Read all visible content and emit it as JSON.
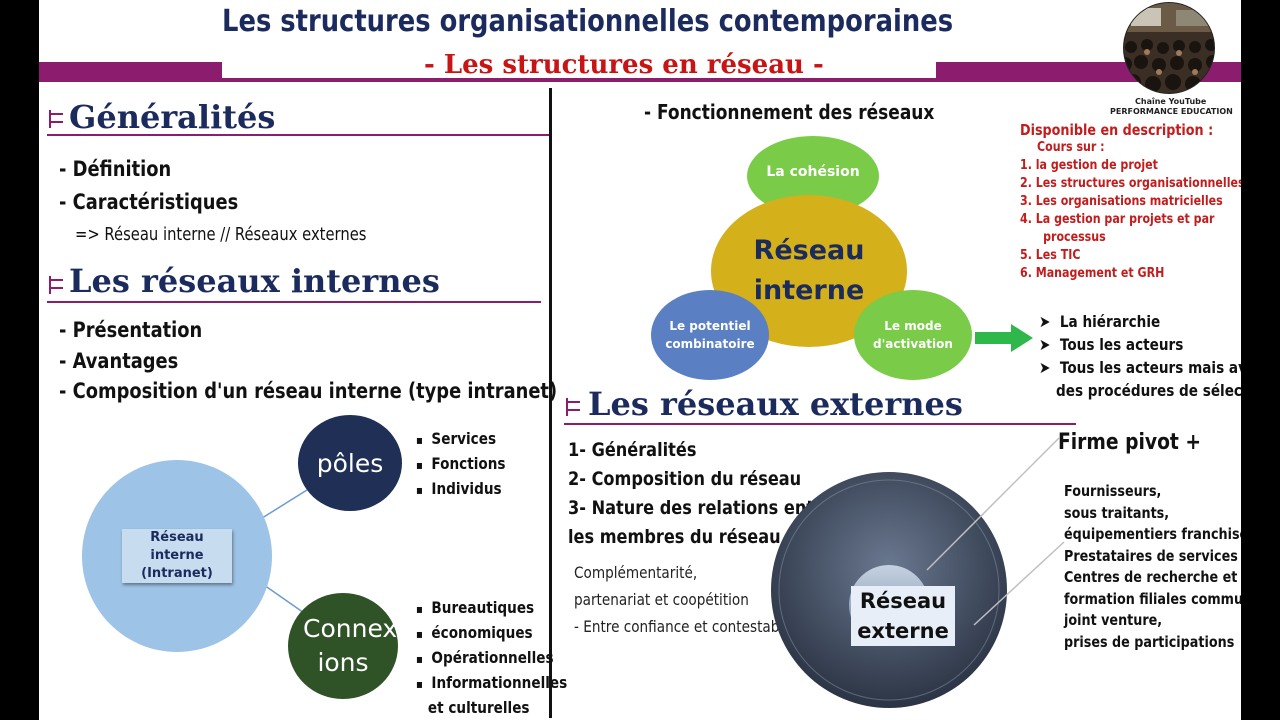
{
  "header": {
    "title": "Les structures organisationnelles contemporaines",
    "subtitle": "- Les structures en réseau -",
    "channel_line1": "Chaîne YouTube",
    "channel_line2": "PERFORMANCE EDUCATION"
  },
  "left": {
    "generalites": {
      "title": "Généralités",
      "items": [
        "- Définition",
        "- Caractéristiques"
      ],
      "sub": "=> Réseau interne   //  Réseaux externes"
    },
    "internes": {
      "title": "Les réseaux internes",
      "items": [
        "- Présentation",
        "- Avantages",
        "- Composition d'un réseau interne (type intranet)"
      ]
    },
    "diagram": {
      "big_circle": "Réseau interne (Intranet)",
      "poles": "pôles",
      "poles_items": [
        "Services",
        "Fonctions",
        "Individus"
      ],
      "connexions": "Connex ions",
      "connexions_items": [
        "Bureautiques",
        "économiques",
        "Opérationnelles",
        "Informationnelles",
        "et culturelles"
      ]
    }
  },
  "right": {
    "fonctionnement_title": "- Fonctionnement des réseaux",
    "venn": {
      "center": "Réseau interne",
      "top": "La cohésion",
      "left": "Le potentiel combinatoire",
      "right": "Le mode d'activation"
    },
    "activation_items": [
      "La hiérarchie",
      "Tous les acteurs",
      "Tous les acteurs mais avec",
      "des procédures de sélection"
    ],
    "disponible": {
      "title": "Disponible en description :",
      "subtitle": "Cours sur :",
      "items": [
        "1.   la gestion de projet",
        "2.   Les structures organisationnelles",
        "3.   Les organisations matricielles",
        "4.   La gestion par projets et par",
        "      processus",
        "5.   Les TIC",
        "6.   Management et GRH"
      ]
    },
    "externes": {
      "title": "Les réseaux externes",
      "items": [
        "1- Généralités",
        "2- Composition du réseau",
        "3- Nature des relations entre",
        "les membres du réseau"
      ],
      "relations": [
        "Complémentarité,",
        "partenariat et coopétition",
        "- Entre confiance et contestabilité"
      ],
      "circle_label": "Réseau externe",
      "firme_pivot": "Firme pivot +",
      "partners": [
        "Fournisseurs,",
        "sous traitants,",
        "équipementiers franchisés,",
        "Prestataires de services",
        "Centres de recherche et de",
        "formation filiales communes,",
        "joint venture,",
        "prises de participations"
      ]
    }
  },
  "colors": {
    "navy": "#1c2b5e",
    "magenta": "#8c1c6e",
    "red": "#c81414",
    "green_arrow": "#2fb84a"
  }
}
